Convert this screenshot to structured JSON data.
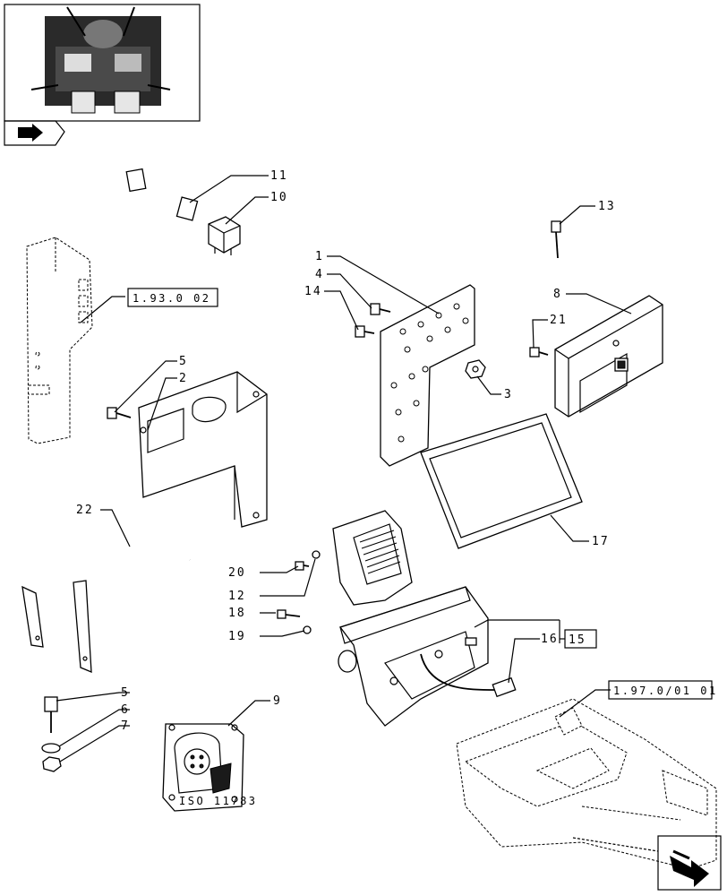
{
  "parts": [
    {
      "id": "p1",
      "label": "1"
    },
    {
      "id": "p2",
      "label": "2"
    },
    {
      "id": "p3",
      "label": "3"
    },
    {
      "id": "p4",
      "label": "4"
    },
    {
      "id": "p5a",
      "label": "5"
    },
    {
      "id": "p5b",
      "label": "5"
    },
    {
      "id": "p6",
      "label": "6"
    },
    {
      "id": "p7",
      "label": "7"
    },
    {
      "id": "p8",
      "label": "8"
    },
    {
      "id": "p9",
      "label": "9"
    },
    {
      "id": "p10",
      "label": "10"
    },
    {
      "id": "p11",
      "label": "11"
    },
    {
      "id": "p12",
      "label": "12"
    },
    {
      "id": "p13",
      "label": "13"
    },
    {
      "id": "p14",
      "label": "14"
    },
    {
      "id": "p15",
      "label": "15"
    },
    {
      "id": "p16",
      "label": "16"
    },
    {
      "id": "p17",
      "label": "17"
    },
    {
      "id": "p18",
      "label": "18"
    },
    {
      "id": "p19",
      "label": "19"
    },
    {
      "id": "p20",
      "label": "20"
    },
    {
      "id": "p21",
      "label": "21"
    },
    {
      "id": "p22",
      "label": "22"
    }
  ],
  "references": {
    "ref_a": "1.93.0 02",
    "ref_b": "1.97.0/01 01"
  },
  "plate_stamp": "ISO 11783",
  "icons": [
    "tractor-thumbnail-icon",
    "arrow-left-icon",
    "arrow-next-icon"
  ]
}
